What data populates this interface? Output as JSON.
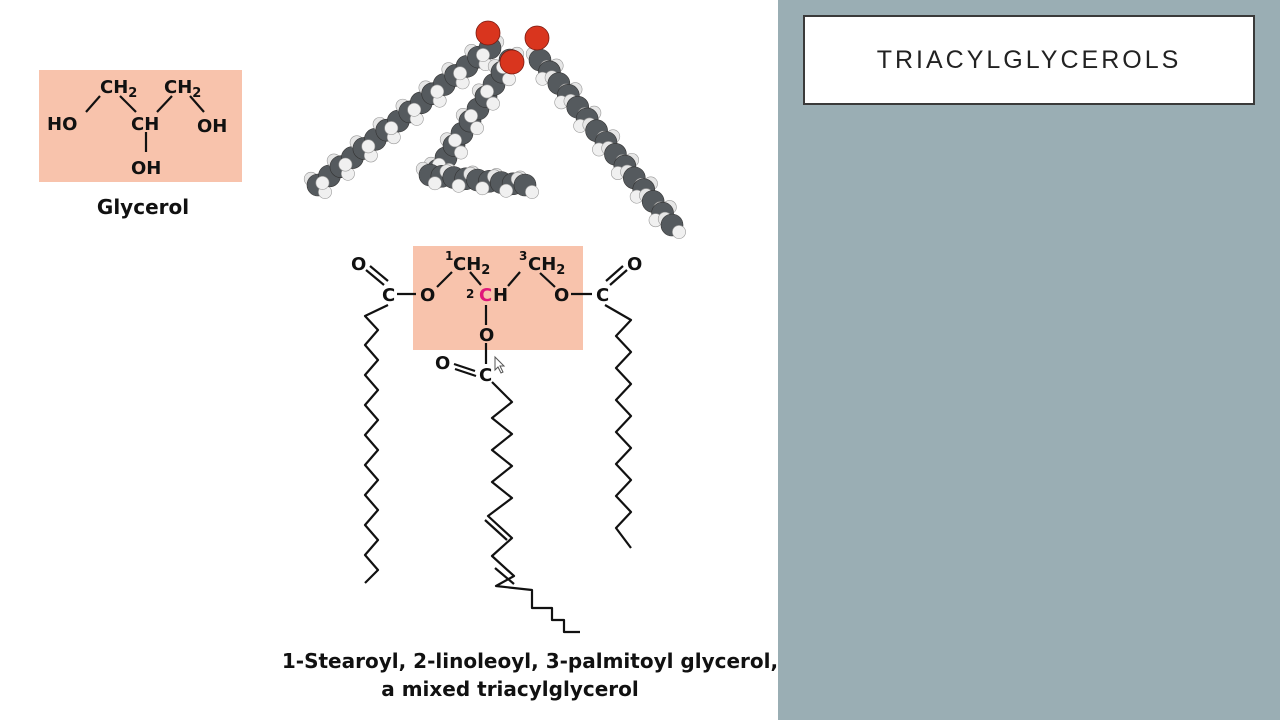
{
  "slide": {
    "title": "TRIACYLGLYCEROLS",
    "colors": {
      "right_panel": "#9aaeb4",
      "highlight": "#f8c3ac",
      "accent_carbon": "#e0177a",
      "oxygen_atom": "#d9351e",
      "carbon_atom": "#555a5e"
    }
  },
  "glycerol": {
    "label_ch2_left": "CH",
    "label_ch2_right": "CH",
    "subscript": "2",
    "label_ch": "CH",
    "label_ho": "HO",
    "label_oh_right": "OH",
    "label_oh_bottom": "OH",
    "caption": "Glycerol"
  },
  "triacylglycerol": {
    "pos1": "1",
    "pos2": "2",
    "pos3": "3",
    "ch2": "CH",
    "subscript": "2",
    "ch_c": "C",
    "ch_h": "H",
    "oxygen": "O",
    "carbon": "C",
    "caption_line1": "1-Stearoyl, 2-linoleoyl, 3-palmitoyl glycerol,",
    "caption_line2": "a mixed triacylglycerol"
  },
  "model": {
    "icon": "space-filling-molecule-model"
  }
}
